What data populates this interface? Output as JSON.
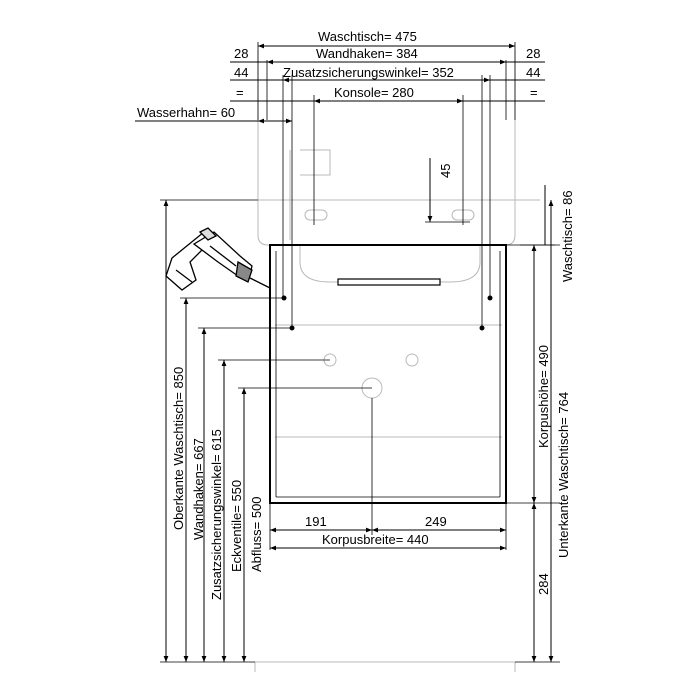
{
  "top_dims": {
    "waschtisch": "Waschtisch= 475",
    "wandhaken": "Wandhaken= 384",
    "zusatz": "Zusatzsicherungswinkel= 352",
    "konsole": "Konsole= 280",
    "wasserhahn": "Wasserhahn= 60",
    "left_28": "28",
    "left_44": "44",
    "left_eq": "=",
    "right_28": "28",
    "right_44": "44",
    "right_eq": "="
  },
  "inner_dims": {
    "d45": "45",
    "waschtisch_86": "Waschtisch= 86"
  },
  "left_dims": {
    "oberkante": "Oberkante Waschtisch= 850",
    "wandhaken": "Wandhaken= 667",
    "zusatz": "Zusatzsicherungswinkel= 615",
    "eckventile": "Eckventile= 550",
    "abfluss": "Abfluss= 500"
  },
  "right_dims": {
    "korpushoehe": "Korpushöhe= 490",
    "unterkante": "Unterkante Waschtisch= 764",
    "d284": "284"
  },
  "bottom_dims": {
    "d191": "191",
    "d249": "249",
    "korpusbreite": "Korpusbreite= 440"
  }
}
